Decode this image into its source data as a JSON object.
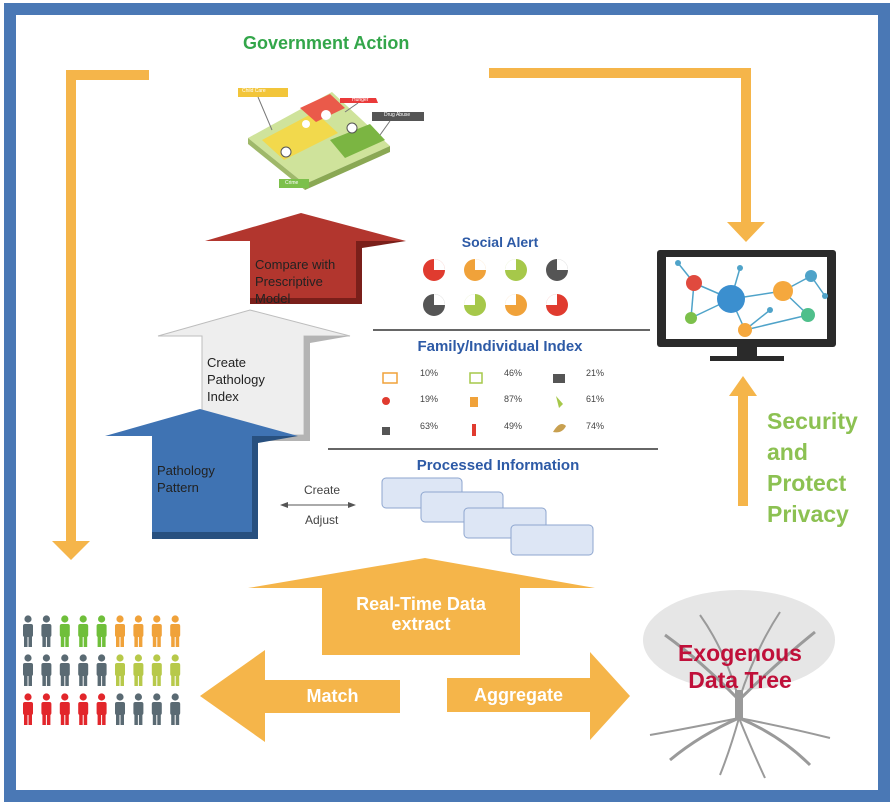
{
  "title": "Government Action",
  "steps": {
    "top": "Compare with Prescriptive Model",
    "middle": "Create Pathology Index",
    "bottom": "Pathology Pattern"
  },
  "social_alert": {
    "title": "Social Alert"
  },
  "family_index": {
    "title": "Family/Individual Index",
    "rows": [
      [
        "10%",
        "46%",
        "21%"
      ],
      [
        "19%",
        "87%",
        "61%"
      ],
      [
        "63%",
        "49%",
        "74%"
      ]
    ]
  },
  "processed_info": {
    "title": "Processed Information"
  },
  "create_adjust": {
    "create": "Create",
    "adjust": "Adjust"
  },
  "realtime": {
    "line1": "Real-Time Data",
    "line2": "extract"
  },
  "match": "Match",
  "aggregate": "Aggregate",
  "exogenous": {
    "line1": "Exogenous",
    "line2": "Data Tree"
  },
  "security": {
    "l1": "Security",
    "l2": "and",
    "l3": "Protect",
    "l4": "Privacy"
  },
  "map_tags": [
    "Child Care",
    "Hunger",
    "Drug Abuse",
    "Crime"
  ],
  "colors": {
    "frame_blue": "#4a78b5",
    "flow_orange": "#f5b54a",
    "red_arrow": "#b2362e",
    "blue_arrow": "#3f73b3",
    "title_green": "#33a64a",
    "security_green": "#8cc152",
    "exogenous_red": "#c0103a"
  }
}
